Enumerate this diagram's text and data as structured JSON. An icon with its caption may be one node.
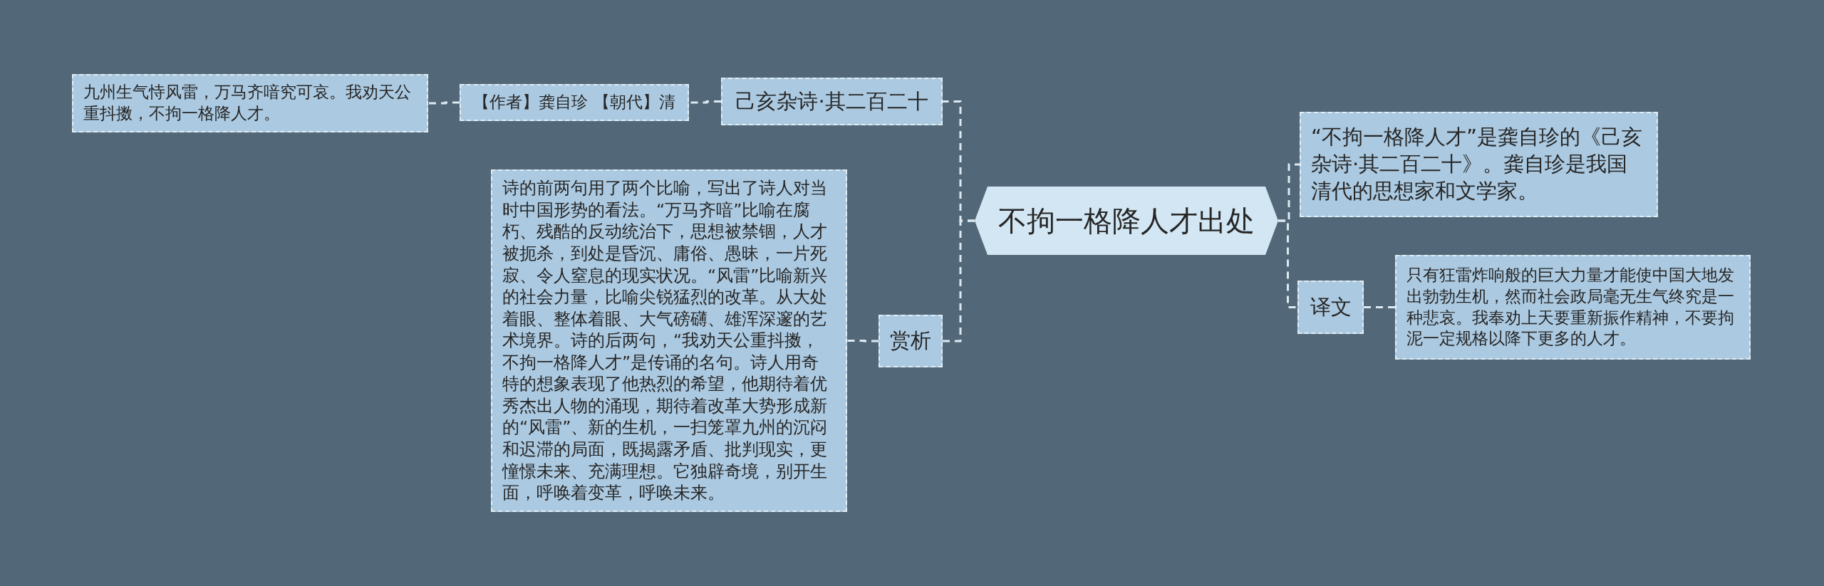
{
  "diagram": {
    "nodes": [
      {
        "text": [
          "不拘一格降人才出处"
        ]
      },
      {
        "text": [
          "己亥杂诗·其二百二十"
        ]
      },
      {
        "text": [
          "【作者】龚自珍  【朝代】清"
        ]
      },
      {
        "text": [
          "九州生气恃风雷，万马齐喑究可哀。我劝天公重抖擞，不拘一格降人才。"
        ]
      },
      {
        "text": [
          "赏析"
        ]
      },
      {
        "text": [
          "诗的前两句用了两个比喻，写出了诗人对当时中国形势的看法。“万马齐喑”比喻在腐朽、残酷的反动统治下，思想被禁锢，人才被扼杀，到处是昏沉、庸俗、愚昧，一片死寂、令人窒息的现实状况。“风雷”比喻新兴的社会力量，比喻尖锐猛烈的改革。从大处着眼、整体着眼、大气磅礴、雄浑深邃的艺术境界。诗的后两句，“我劝天公重抖擞，不拘一格降人才”是传诵的名句。诗人用奇特的想象表现了他热烈的希望，他期待着优秀杰出人物的涌现，期待着改革大势形成新的“风雷”、新的生机，一扫笼罩九州的沉闷和迟滞的局面，既揭露矛盾、批判现实，更憧憬未来、充满理想。它独辟奇境，别开生面，呼唤着变革，呼唤未来。"
        ]
      },
      {
        "text": [
          "“不拘一格降人才”是龚自珍的《己亥杂诗·其二百二十》。龚自珍是我国清代的思想家和文学家。"
        ]
      },
      {
        "text": [
          "译文"
        ]
      },
      {
        "text": [
          "只有狂雷炸响般的巨大力量才能使中国大地发出勃勃生机，然而社会政局毫无生气终究是一种悲哀。我奉劝上天要重新振作精神，不要拘泥一定规格以降下更多的人才。"
        ]
      }
    ],
    "edges": [
      {
        "from": 0,
        "to": 1,
        "arrow": "none"
      },
      {
        "from": 1,
        "to": 2,
        "arrow": "none"
      },
      {
        "from": 2,
        "to": 3,
        "arrow": "none"
      },
      {
        "from": 0,
        "to": 4,
        "arrow": "none"
      },
      {
        "from": 4,
        "to": 5,
        "arrow": "none"
      },
      {
        "from": 0,
        "to": 6,
        "arrow": "none"
      },
      {
        "from": 0,
        "to": 7,
        "arrow": "none"
      },
      {
        "from": 7,
        "to": 8,
        "arrow": "none"
      }
    ]
  }
}
